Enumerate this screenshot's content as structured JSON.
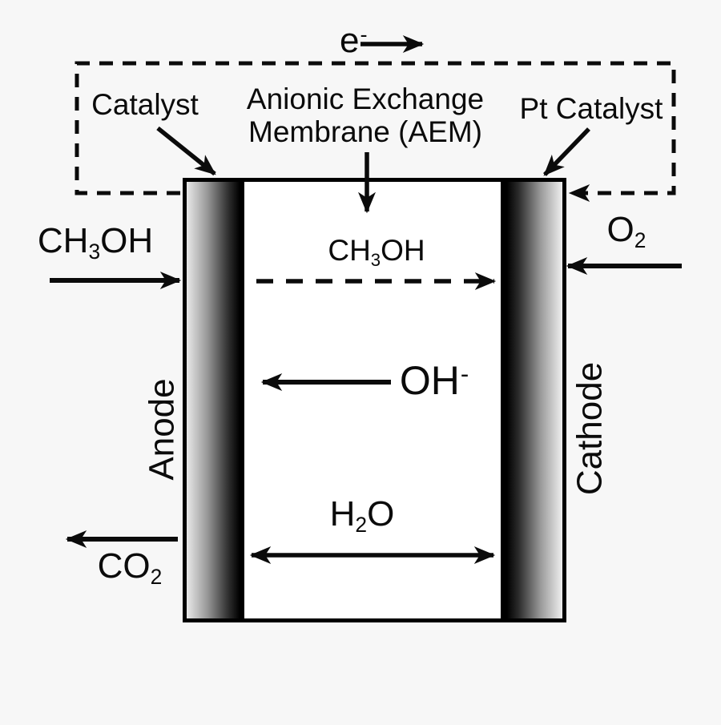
{
  "colors": {
    "background": "#f7f7f7",
    "ink": "#0b0b0b",
    "cell_interior": "#ffffff"
  },
  "diagram": {
    "electron": {
      "base": "e",
      "charge": "-"
    },
    "catalyst_label": "Catalyst",
    "membrane_label_line1": "Anionic Exchange",
    "membrane_label_line2": "Membrane (AEM)",
    "pt_catalyst_label": "Pt Catalyst",
    "anode_label": "Anode",
    "cathode_label": "Cathode",
    "methanol_feed": {
      "p1": "CH",
      "sub": "3",
      "p2": "OH"
    },
    "oxygen_feed": {
      "p1": "O",
      "sub": "2"
    },
    "carbon_dioxide_out": {
      "p1": "CO",
      "sub": "2"
    },
    "methanol_crossover": {
      "p1": "CH",
      "sub": "3",
      "p2": "OH"
    },
    "hydroxide": {
      "base": "OH",
      "charge": "-"
    },
    "water": {
      "p1": "H",
      "sub": "2",
      "p2": "O"
    }
  }
}
